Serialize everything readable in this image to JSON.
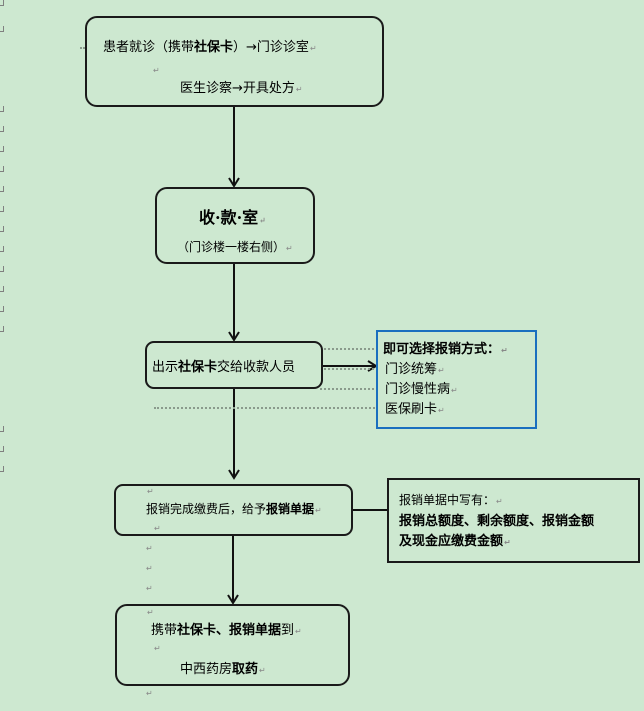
{
  "step1": {
    "line1_pre": "患者就诊（携带",
    "line1_bold": "社保卡",
    "line1_post": "）→门诊诊室",
    "line2": "医生诊察→开具处方"
  },
  "step2": {
    "title": "收·款·室",
    "subtitle": "（门诊楼一楼右侧）"
  },
  "step3": {
    "pre": "出示",
    "bold": "社保卡",
    "post": "交给收款人员"
  },
  "options_box": {
    "title": "即可选择报销方式：",
    "items": [
      "门诊统筹",
      "门诊慢性病",
      "医保刷卡"
    ]
  },
  "step4": {
    "pre": "报销完成缴费后，给予",
    "bold": "报销单据"
  },
  "receipt_box": {
    "line1": "报销单据中写有：",
    "line2": "报销总额度、剩余额度、报销金额",
    "line3": "及现金应缴费金额"
  },
  "step5": {
    "line1_pre": "携带",
    "line1_bold": "社保卡、报销单据",
    "line1_post": "到",
    "line2_pre": "中西药房",
    "line2_bold": "取药"
  },
  "paragraph_mark": "↵"
}
